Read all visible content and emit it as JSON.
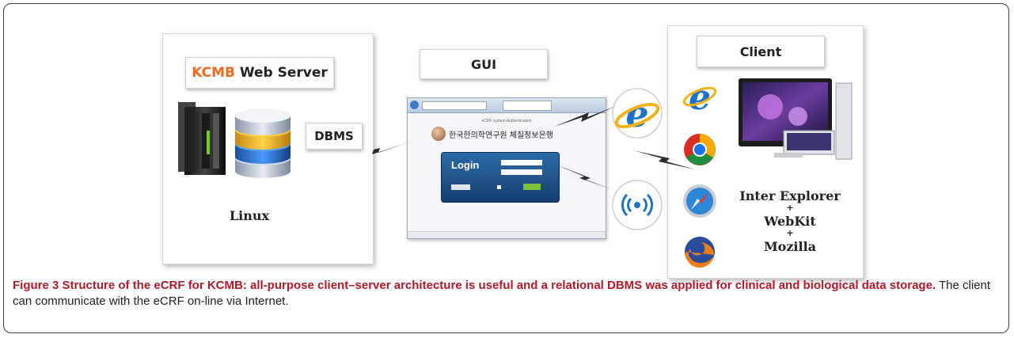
{
  "server": {
    "title_brand": "KCMB",
    "title_rest": " Web Server",
    "os_label": "Linux",
    "dbms_label": "DBMS"
  },
  "gui": {
    "title": "GUI",
    "screen": {
      "header_text": "eCRF system Authentication",
      "org_name": "한국한의학연구원 체질정보은행",
      "login_label": "Login"
    }
  },
  "client": {
    "title": "Client",
    "browsers_line1": "Inter Explorer",
    "plus1": "+",
    "browsers_line2": "WebKit",
    "plus2": "+",
    "browsers_line3": "Mozilla"
  },
  "caption": {
    "bold": "Figure 3 Structure of the eCRF for KCMB: all-purpose client–server architecture is useful and a relational DBMS was applied for clinical and biological data storage.",
    "rest": " The client can communicate with the eCRF on-line via Internet."
  },
  "colors": {
    "brand_orange": "#f06a1f",
    "caption_red": "#b01a2a",
    "login_blue": "#1f4f86",
    "ie_blue": "#1e73c8"
  }
}
